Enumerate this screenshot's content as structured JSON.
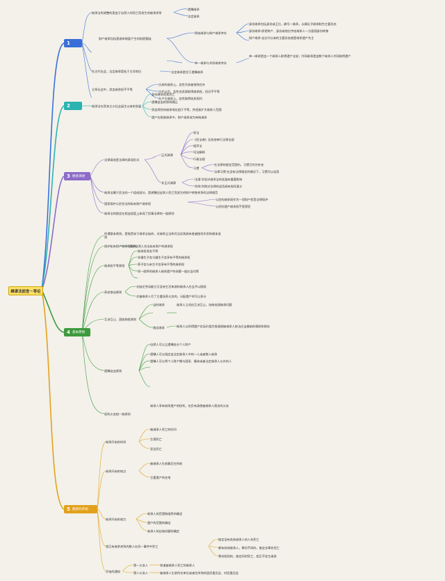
{
  "root": {
    "title": "继承法前言－导论"
  },
  "sections": [
    {
      "num": "1",
      "label": "",
      "color": "#3a6fd8"
    },
    {
      "num": "2",
      "label": "",
      "color": "#2ab3b0"
    },
    {
      "num": "3",
      "label": "继承演进",
      "color": "#8c6cc9"
    },
    {
      "num": "4",
      "label": "基本原则",
      "color": "#3d9a3d"
    },
    {
      "num": "5",
      "label": "继承的开始",
      "color": "#e3a11b"
    }
  ],
  "s1": {
    "n1": "继承法所调整的是由于自然人的死亡而发生的继承关系",
    "n1a": "遗嘱继承",
    "n1b": "法定继承",
    "n2": "财产继承包括是继承制度产生的前提基础",
    "n2a": "原始继承与财产继承并存",
    "n2a1": "身份继承包括身份或王位，爵号一继承，以嫡长子继承制为主要形态",
    "n2a2": "身份继承·即把财产、身份或地位传给继承人一方面随身份转移",
    "n2a3": "财产继承·自古代以来的主要形态就是继承遗产为主",
    "n2b": "单一继承与共同继承并存",
    "n2b1": "单一继承是由一个继承人取得遗产全部；共同继承是由数个继承人共同取得遗产",
    "n3": "在古代社会，法定继承是处于主导地位",
    "n3a": "法定继承是优于遗嘱继承",
    "n4": "父系社会中，男女继承权不平等",
    "n4a": "古老的继承上，女性大体被排除在外",
    "n4b": "古代以后，女性也逐渐取得继承权，但仍不平等",
    "n4c": "在卢主继承上，女性取得较多权利"
  },
  "s2": {
    "n1": "继承法在资本主义社会诞生以来的发展",
    "n1a": "身份继承逐渐消亡",
    "n1b": "遗嘱自由的原则确立",
    "n1c": "男女两性的继承地位趋于平等，并逐渐扩大继承人范围",
    "n1d": "遗产在税收继承中，财产继承成为单纯继承"
  },
  "s3": {
    "n1": "法律演进是法律的表现形式",
    "n1a": "正式渊源",
    "n1a1": "宪法",
    "n1a2": "《民法典》及其他单行法律法规",
    "n1a3": "程序法",
    "n1a4": "司法解释",
    "n1a5": "行政法规",
    "n1a6": "习惯",
    "n1a61": "在法律的规定范围内，习惯可作为补充",
    "n1a62": "法律习惯·在没有法律规定的情况下，习惯可以适用",
    "n1b": "非正式渊源",
    "n1b1": "法理·学说对继承法的发展有重要影响",
    "n1b2": "判例·判例对法律的适用具有指导意义",
    "n2": "继承法属于民法的一个组成部分，是调整因自然人死亡而发生的财产转移关系的法律规范",
    "n3": "国家保护公民合法的私有财产继承权",
    "n3a": "公民的继承权作为一项财产权受法律保护",
    "n3b": "公民的遗产继承权不受侵犯",
    "n4": "继承法的规定在相当程度上体现了民事法律的一般原则"
  },
  "s4": {
    "n0": "所谓基本原则，是指贯穿于继承法始终，对继承立法和司法实践具有普遍指导作用的根本准则",
    "n1": "保护私有财产继承权原则",
    "n1a": "保护自然人合法私有财产的继承权",
    "n2": "继承权平等原则",
    "n2a": "继承权男女平等",
    "n2b": "非婚生子女与婚生子女享有平等的继承权",
    "n2c": "养子女与亲生子女享有平等的继承权",
    "n2d": "同一顺序的继承人继承遗产的份额一般应当均等",
    "n3": "养老育幼原则",
    "n3a": "对缺乏劳动能力又没有生活来源的继承人应当予以照顾",
    "n3b": "对被继承人尽了主要扶养义务的，分配遗产时可以多分",
    "n4": "互谅互让、团结和睦原则",
    "n4a": "当时继承",
    "n4b": "继承人之间应互谅互让，协商处理继承问题",
    "n4c": "限定继承",
    "n4d": "继承人以所得遗产实际价值为限清偿被继承人依法应当缴纳的税款和债务",
    "n5": "遗嘱自由原则",
    "n5a": "自然人可以立遗嘱处分个人财产",
    "n5b": "遗嘱人可以指定由法定继承人中的一人或者数人继承",
    "n5c": "遗嘱人可以将个人财产赠与国家、集体或者法定继承人以外的人",
    "n6": "权利义务相一致原则",
    "n6a": "继承人享有继承遗产的权利，也负有清偿被继承人债务的义务"
  },
  "s5": {
    "n1": "继承开始的时间",
    "n1a": "被继承人死亡的时间",
    "n1b": "生理死亡",
    "n1c": "宣告死亡",
    "n2": "继承开始的地点",
    "n2a": "被继承人生前最后住所地",
    "n2b": "主要遗产所在地",
    "n3": "继承开始的效力",
    "n3a": "继承人的范围和顺序的确定",
    "n3b": "遗产的范围的确定",
    "n3c": "继承人的应继份额的确定",
    "n4": "相互有继承关系的数人在同一事件中死亡",
    "n4a": "推定没有其他继承人的人先死亡",
    "n4b": "都有其他继承人，辈份不同的，推定长辈先死亡",
    "n4c": "辈份相同的，推定同时死亡，相互不发生继承",
    "n5": "开始的通知",
    "n5a": "第一义务人",
    "n5b": "第二义务人",
    "n5a1": "知道被继承人死亡的继承人",
    "n5b1": "被继承人生前所在单位或者住所地的居民委员会、村民委员会"
  }
}
